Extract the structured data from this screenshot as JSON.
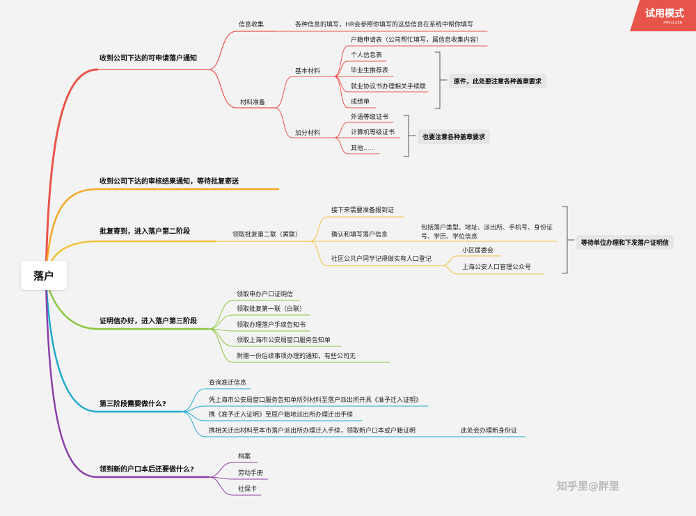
{
  "root": "落户",
  "watermark": "知乎里@胖里",
  "trial_badge": {
    "title": "试用模式",
    "subtitle": "XMind.ZEN"
  },
  "colors": {
    "red": "#e8544a",
    "orange": "#f5a623",
    "yellow": "#f2c33b",
    "green": "#8cc63f",
    "blue": "#1eaacb",
    "purple": "#8b3fa8"
  },
  "branches": {
    "b1": {
      "label": "收到公司下达的可申请落户通知",
      "info_collect": "信息收集",
      "info_detail": "各种信息的填写，HR会参照你填写的这些信息在系统中帮你填写",
      "materials": "材料准备",
      "basic": "基本材料",
      "basic_items": [
        "户籍申请表（公司帮忙填写，属信息收集内容）",
        "个人信息表",
        "毕业生推荐表",
        "就业协议书办理相关手续联",
        "成绩单"
      ],
      "basic_note": "原件，此处要注意各种盖章要求",
      "bonus": "加分材料",
      "bonus_items": [
        "外语等级证书",
        "计算机等级证书",
        "其他......"
      ],
      "bonus_note": "也要注意各种盖章要求"
    },
    "b2": {
      "label": "收到公司下达的审核结果通知，等待批复寄送"
    },
    "b3": {
      "label": "批复寄到，进入落户第二阶段",
      "sub": "领取批复第二联（黄联）",
      "items": [
        "接下来需要准备报到证",
        "确认和填写落户信息",
        "社区公共户同学记得做实有人口登记"
      ],
      "confirm_detail": "包括落户类型、地址、派出所、手机号、身份证号、学历、学位信息",
      "community": [
        "小区居委会",
        "上海公安人口管理公众号"
      ],
      "note": "等待单位办理和下发落户证明信"
    },
    "b4": {
      "label": "证明信办好，进入落户第三阶段",
      "items": [
        "领取申办户口证明信",
        "领取批复第一联（白联）",
        "领取办理落户手续告知书",
        "领取上海市公安局窗口服务告知单",
        "附赠一份后续事项办理的通知，有些公司无"
      ]
    },
    "b5": {
      "label": "第三阶段需要做什么?",
      "items": [
        "查询准迁信息",
        "凭上海市公安局窗口服务告知单所列材料至落户派出所开具《准予迁入证明》",
        "携《准予迁入证明》至原户籍地派出所办理迁出手续",
        "携相关迁出材料至本市落户派出所办理迁入手续，领取新户口本或户籍证明"
      ],
      "extra": "此处会办理新身份证"
    },
    "b6": {
      "label": "领到新的户口本后还要做什么?",
      "items": [
        "档案",
        "劳动手册",
        "社保卡"
      ]
    }
  }
}
